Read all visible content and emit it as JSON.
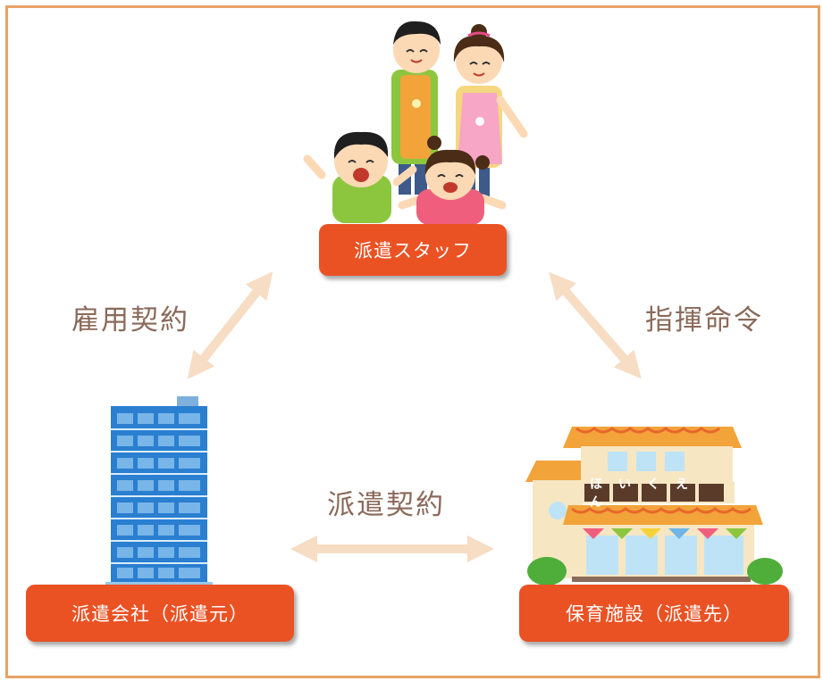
{
  "nodes": {
    "staff": {
      "label": "派遣スタッフ"
    },
    "agency": {
      "label": "派遣会社（派遣元）"
    },
    "nursery": {
      "label": "保育施設（派遣先）",
      "sign": "ほいくえん"
    }
  },
  "relations": {
    "employment": "雇用契約",
    "command": "指揮命令",
    "dispatch": "派遣契約"
  },
  "colors": {
    "box": "#ea5224",
    "box_text": "#ffffff",
    "arrow": "#f6ddc4",
    "label_text": "#8a6a5a",
    "frame": "#e8a265"
  }
}
